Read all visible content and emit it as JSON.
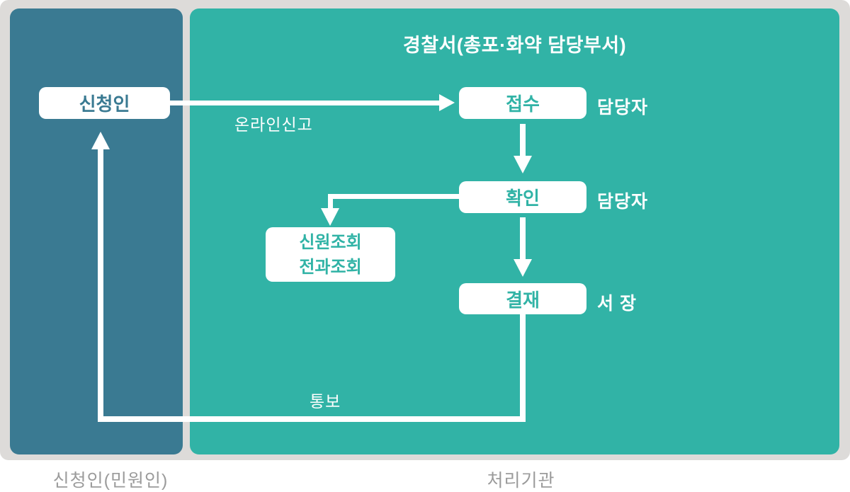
{
  "colors": {
    "page": "#ffffff",
    "frame": "#dddbd9",
    "left_panel": "#3a7a92",
    "right_panel": "#31b3a6",
    "node_bg": "#ffffff",
    "arrow": "#ffffff",
    "caption": "#9b9b9b"
  },
  "agency": {
    "title": "경찰서(총포·화약 담당부서)"
  },
  "nodes": {
    "applicant": "신청인",
    "reception": "접수",
    "confirmation": "확인",
    "approval": "결재",
    "background_check": {
      "line1": "신원조회",
      "line2": "전과조회"
    }
  },
  "roles": {
    "reception": "담당자",
    "confirmation": "담당자",
    "approval": "서 장"
  },
  "edges": {
    "online_report": "온라인신고",
    "notification": "통보"
  },
  "captions": {
    "left": "신청인(민원인)",
    "right": "처리기관"
  }
}
